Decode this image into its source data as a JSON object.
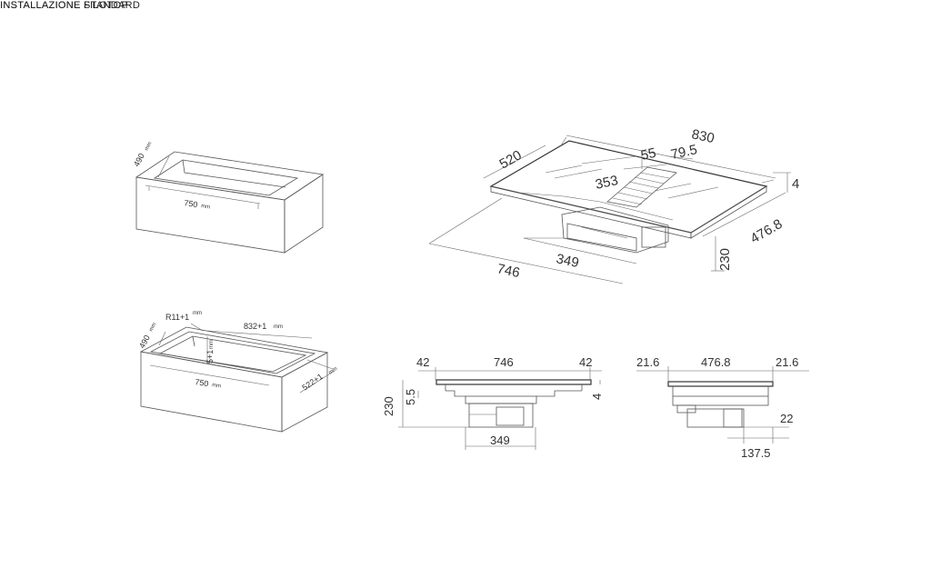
{
  "sections": {
    "standard": {
      "title": "INSTALLAZIONE STANDARD",
      "depth_label": "490",
      "width_label": "750",
      "unit": "mm"
    },
    "filotop": {
      "title": "INSTALLAZIONE FILOTOP",
      "radius_label": "R11+1",
      "outer_width_label": "832+1",
      "depth_label": "490",
      "step_label": "5+1",
      "width_label": "750",
      "outer_depth_label": "522+1",
      "unit": "mm"
    }
  },
  "iso_view": {
    "width": "830",
    "depth": "520",
    "vent_w1": "55",
    "vent_w2": "79.5",
    "vent_offset": "353",
    "glass_thk": "4",
    "unit_depth": "476.8",
    "height": "230",
    "cutout_w": "746",
    "motor_w": "349"
  },
  "front_view": {
    "left_margin": "42",
    "width": "746",
    "right_margin": "42",
    "height": "230",
    "step": "5.5",
    "glass": "4",
    "motor_w": "349"
  },
  "side_view": {
    "left_margin": "21.6",
    "depth": "476.8",
    "right_margin": "21.6",
    "motor_offset": "22",
    "motor_depth": "137.5"
  }
}
